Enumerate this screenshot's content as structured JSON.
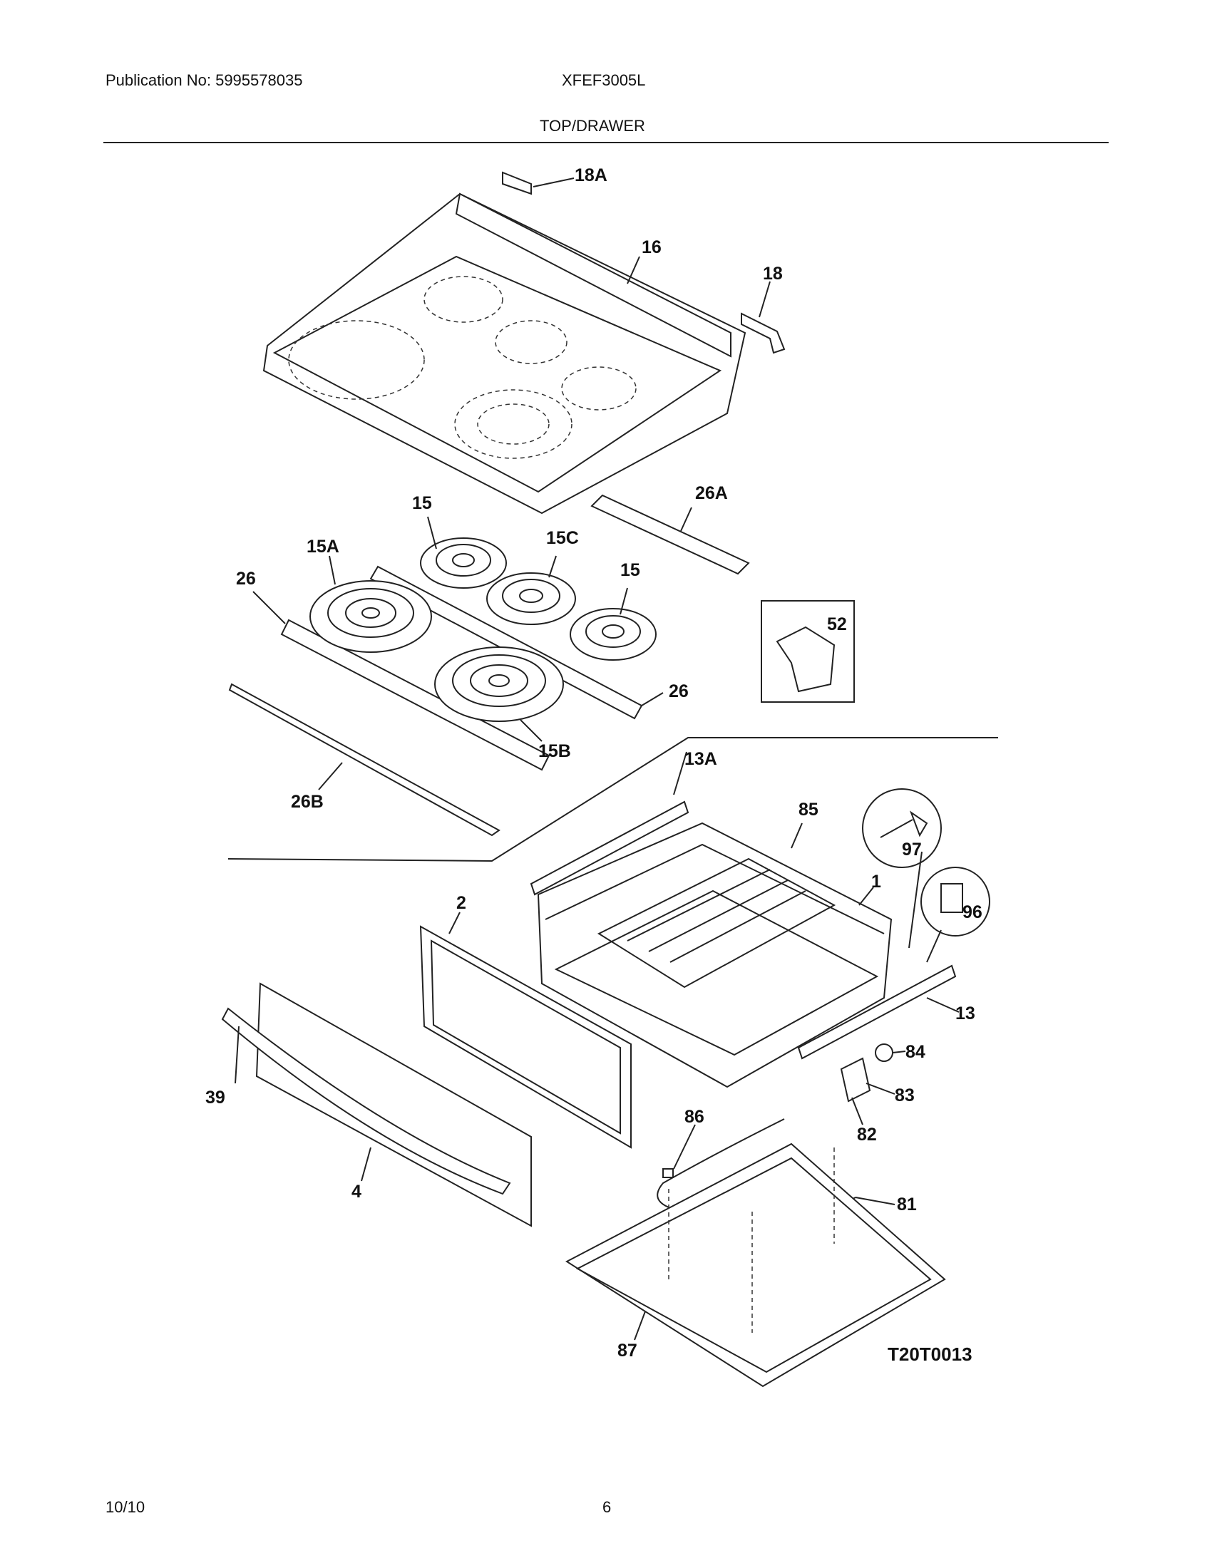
{
  "header": {
    "publication": "Publication No: 5995578035",
    "model": "XFEF3005L",
    "section": "TOP/DRAWER"
  },
  "footer": {
    "date": "10/10",
    "page": "6"
  },
  "diagram": {
    "code": "T20T0013",
    "labels": {
      "p18A": "18A",
      "p16": "16",
      "p18": "18",
      "p26A": "26A",
      "p15a": "15",
      "p15A": "15A",
      "p15C": "15C",
      "p15b": "15",
      "p26a": "26",
      "p52": "52",
      "p26b": "26",
      "p15B": "15B",
      "p26B": "26B",
      "p13A": "13A",
      "p85": "85",
      "p97": "97",
      "p1": "1",
      "p96": "96",
      "p2": "2",
      "p13": "13",
      "p84": "84",
      "p39": "39",
      "p83": "83",
      "p86": "86",
      "p82": "82",
      "p4": "4",
      "p81": "81",
      "p87": "87"
    }
  }
}
